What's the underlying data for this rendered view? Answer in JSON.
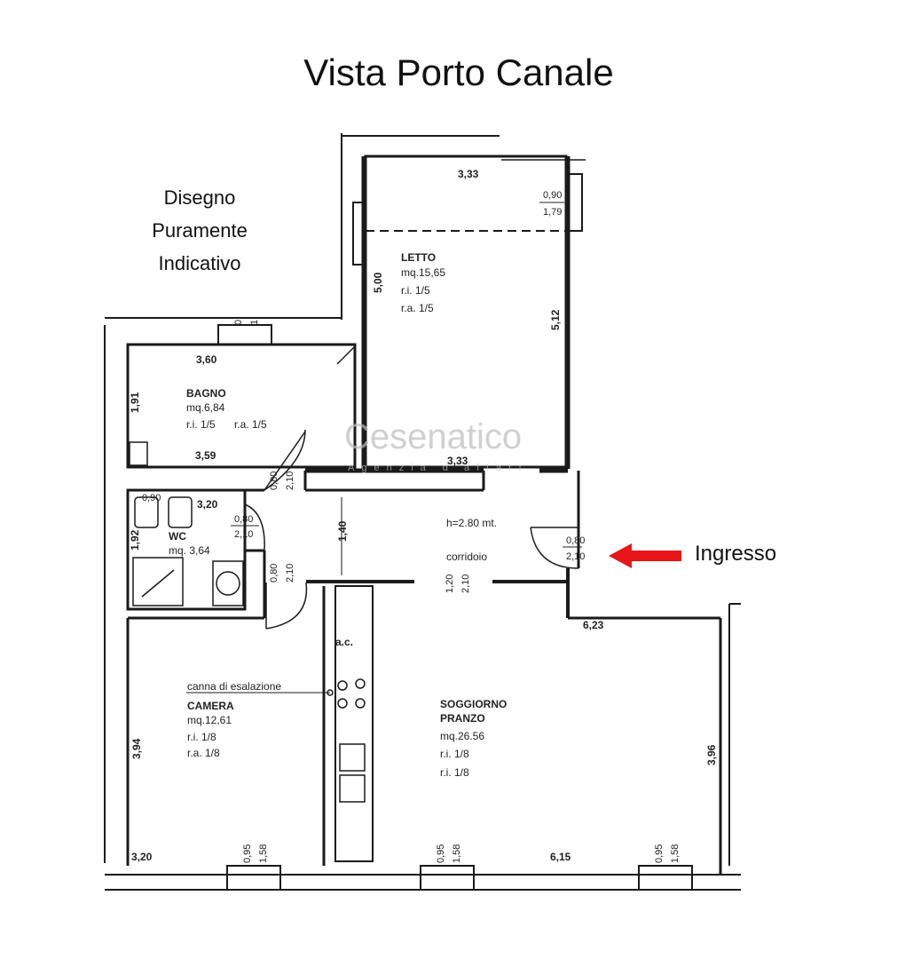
{
  "title": "Vista Porto Canale",
  "note": {
    "line1": "Disegno",
    "line2": "Puramente",
    "line3": "Indicativo"
  },
  "entrance_label": "Ingresso",
  "colors": {
    "arrow": "#e8161b",
    "wall": "#1a1a1a",
    "watermark": "#bdbdbd",
    "watermark_accent": "#c9d36a"
  },
  "watermark": {
    "brand": "Cesenatico",
    "sub": "Agenzia d'affari"
  },
  "rooms": {
    "letto": {
      "name": "LETTO",
      "area": "mq.15,65",
      "ri": "r.i. 1/5",
      "ra": "r.a. 1/5"
    },
    "bagno": {
      "name": "BAGNO",
      "area": "mq.6,84",
      "ri": "r.i. 1/5",
      "ra": "r.a. 1/5"
    },
    "wc": {
      "name": "WC",
      "area": "mq. 3,64"
    },
    "camera": {
      "name": "CAMERA",
      "area": "mq.12,61",
      "ri": "r.i. 1/8",
      "ra": "r.a. 1/8"
    },
    "soggiorno": {
      "name1": "SOGGIORNO",
      "name2": "PRANZO",
      "area": "mq.26.56",
      "ri": "r.i. 1/8",
      "ra": "r.i. 1/8"
    },
    "corridoio": {
      "name": "corridoio",
      "height": "h=2.80 mt."
    },
    "kitchen": {
      "name": "a.c.",
      "flue": "canna di esalazione"
    }
  },
  "dimensions": {
    "letto_top": "3,33",
    "letto_window_w": "0,90",
    "letto_window_h": "1,79",
    "letto_left": "5,00",
    "letto_right": "5,12",
    "letto_bottom": "3,33",
    "bagno_top": "3,60",
    "bagno_left": "1,91",
    "bagno_bottom": "3,59",
    "bagno_vent_a": "0",
    "bagno_vent_b": "1",
    "door_bagno_w": "0,80",
    "door_bagno_h": "2,10",
    "wc_top": "3,20",
    "wc_side": "1,92",
    "wc_small": "0,90",
    "door_wc_w": "0,80",
    "door_wc_h": "2,10",
    "door_camera_w": "0,80",
    "door_camera_h": "2,10",
    "corridor_width": "1,40",
    "door_corr_w": "1,20",
    "door_corr_h": "2,10",
    "entry_door_w": "0,80",
    "entry_door_h": "2,10",
    "soggiorno_top": "6,23",
    "soggiorno_bottom": "6,15",
    "soggiorno_right": "3,96",
    "camera_left": "3,94",
    "camera_bottom": "3,20",
    "win1_w": "0,95",
    "win1_h": "1,58",
    "win2_w": "0,95",
    "win2_h": "1,58",
    "win3_w": "0,95",
    "win3_h": "1,58"
  }
}
